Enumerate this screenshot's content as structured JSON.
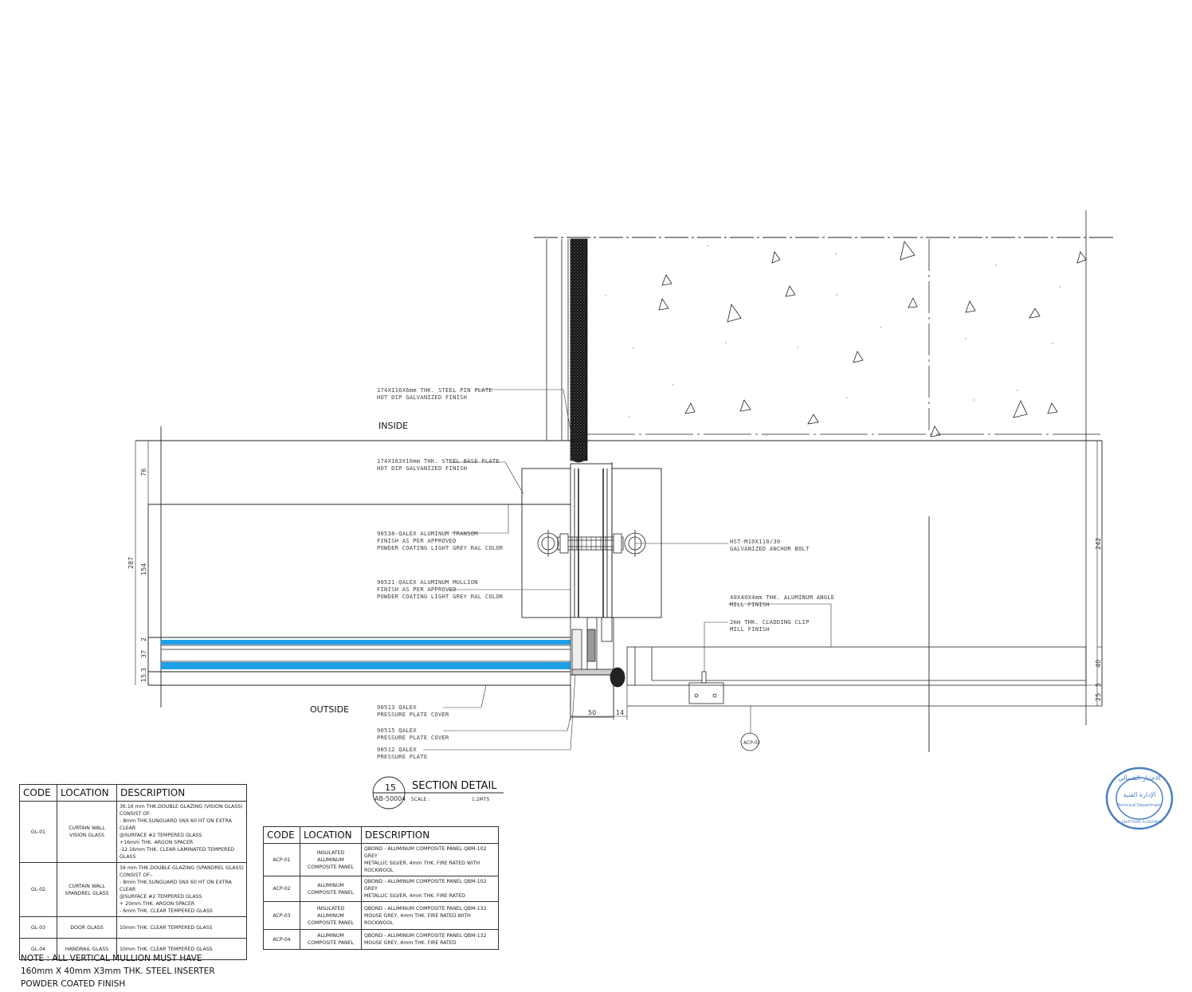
{
  "labels": {
    "inside": "INSIDE",
    "outside": "OUTSIDE",
    "pin_plate_1": "174X116X6mm THK. STEEL PIN PLATE",
    "pin_plate_2": "HOT DIP GALVANIZED FINISH",
    "base_plate_1": "174X163X10mm THK. STEEL BASE PLATE",
    "base_plate_2": "HOT DIP GALVANIZED FINISH",
    "transom_1": "90538-QALEX ALUMINUM TRANSOM",
    "transom_2": "FINISH AS PER APPROVED",
    "transom_3": "POWDER COATING LIGHT GREY RAL COLOR",
    "mullion_1": "90521-QALEX ALUMINUM MULLION",
    "mullion_2": "FINISH AS PER APPROVED",
    "mullion_3": "POWDER COATING LIGHT GREY RAL COLOR",
    "anchor_1": "HST-M10X110/30",
    "anchor_2": "GALVANIZED ANCHOR BOLT",
    "angle_1": "40X40X4mm THK. ALUMINUM ANGLE",
    "angle_2": "MILL FINISH",
    "clip_1": "2mm THK. CLADDING CLIP",
    "clip_2": "MILL FINISH",
    "cover1_1": "90513 QALEX",
    "cover1_2": "PRESSURE PLATE COVER",
    "cover2_1": "90515 QALEX",
    "cover2_2": "PRESSURE PLATE COVER",
    "cover3_1": "90512 QALEX",
    "cover3_2": "PRESSURE PLATE",
    "acp_tag": "ACP-02"
  },
  "dimensions": {
    "d76": "76",
    "d287": "287",
    "d154": "154",
    "d2": "2",
    "d37": "37",
    "d15": "15.3",
    "d242": "242",
    "d40": "40",
    "d5": "5",
    "d25": "25",
    "d50": "50",
    "d14": "14"
  },
  "detail_title": {
    "number": "15",
    "sheet": "AB-50004",
    "title": "SECTION DETAIL",
    "scale_label": "SCALE :",
    "scale_value": "1:2MTS"
  },
  "glass_table": {
    "headers": [
      "CODE",
      "LOCATION",
      "DESCRIPTION"
    ],
    "rows": [
      {
        "code": "GL-01",
        "location": "CURTAIN WALL VISION GLASS",
        "description": [
          "36.16 mm THK.DOUBLE GLAZING (VISION GLASS)",
          "CONSIST OF:",
          "- 8mm THK.SUNGUARD SNX 60 HT ON EXTRA CLEAR",
          "@SURFACE #2 TEMPERED GLASS",
          "+16mm THK. ARGON SPACER",
          "-12.16mm THK. CLEAR LAMINATED TEMPERED GLASS"
        ]
      },
      {
        "code": "GL-02",
        "location": "CURTAIN WALL SPANDREL GLASS",
        "description": [
          "34 mm THK.DOUBLE GLAZING (SPANDREL GLASS)",
          "CONSIST OF:-",
          "- 8mm THK.SUNGUARD SNX 60 HT ON EXTRA CLEAR",
          "@SURFACE #2 TEMPERED GLASS",
          "+ 20mm THK. ARGON SPACER",
          "- 6mm THK. CLEAR TEMPERED GLASS"
        ]
      },
      {
        "code": "GL-03",
        "location": "DOOR GLASS",
        "description": [
          "10mm THK. CLEAR TEMPERED GLASS"
        ]
      },
      {
        "code": "GL-04",
        "location": "HANDRAIL GLASS",
        "description": [
          "10mm THK. CLEAR TEMPERED GLASS"
        ]
      }
    ]
  },
  "acp_table": {
    "headers": [
      "CODE",
      "LOCATION",
      "DESCRIPTION"
    ],
    "rows": [
      {
        "code": "ACP-01",
        "location": "INSULATED ALUMINUM COMPOSITE PANEL",
        "description": [
          "QBOND - ALUMINUM COMPOSITE PANEL QBM-102 GREY",
          "METALLIC SILVER, 4mm THK. FIRE RATED WITH",
          "ROCKWOOL"
        ]
      },
      {
        "code": "ACP-02",
        "location": "ALUMINUM COMPOSITE PANEL",
        "description": [
          "QBOND - ALUMINUM COMPOSITE PANEL QBM-102 GREY",
          "METALLIC SILVER, 4mm THK. FIRE RATED"
        ]
      },
      {
        "code": "ACP-03",
        "location": "INSULATED ALUMINUM COMPOSITE PANEL",
        "description": [
          "QBOND - ALUMINUM COMPOSITE PANEL QBM-132",
          "MOUSE GREY, 4mm THK. FIRE RATED WITH",
          "ROCKWOOL"
        ]
      },
      {
        "code": "ACP-04",
        "location": "ALUMINUM COMPOSITE PANEL",
        "description": [
          "QBOND - ALUMINUM COMPOSITE PANEL QBM-132",
          "MOUSE GREY, 4mm THK. FIRE RATED"
        ]
      }
    ]
  },
  "note": [
    "NOTE : ALL VERTICAL MULLION MUST HAVE",
    "160mm X 40mm X3mm THK. STEEL INSERTER",
    "POWDER COATED FINISH"
  ],
  "stamp": {
    "top_text": "الاختيار الشمالي",
    "mid_text": "الإدارة الفنية",
    "en_text": "Technical Department",
    "bottom_text": "AL EKHTYAAR ALSHAMALI",
    "color": "#4a7fc1"
  },
  "colors": {
    "glass": "#1ea0e6",
    "line": "#222222"
  }
}
